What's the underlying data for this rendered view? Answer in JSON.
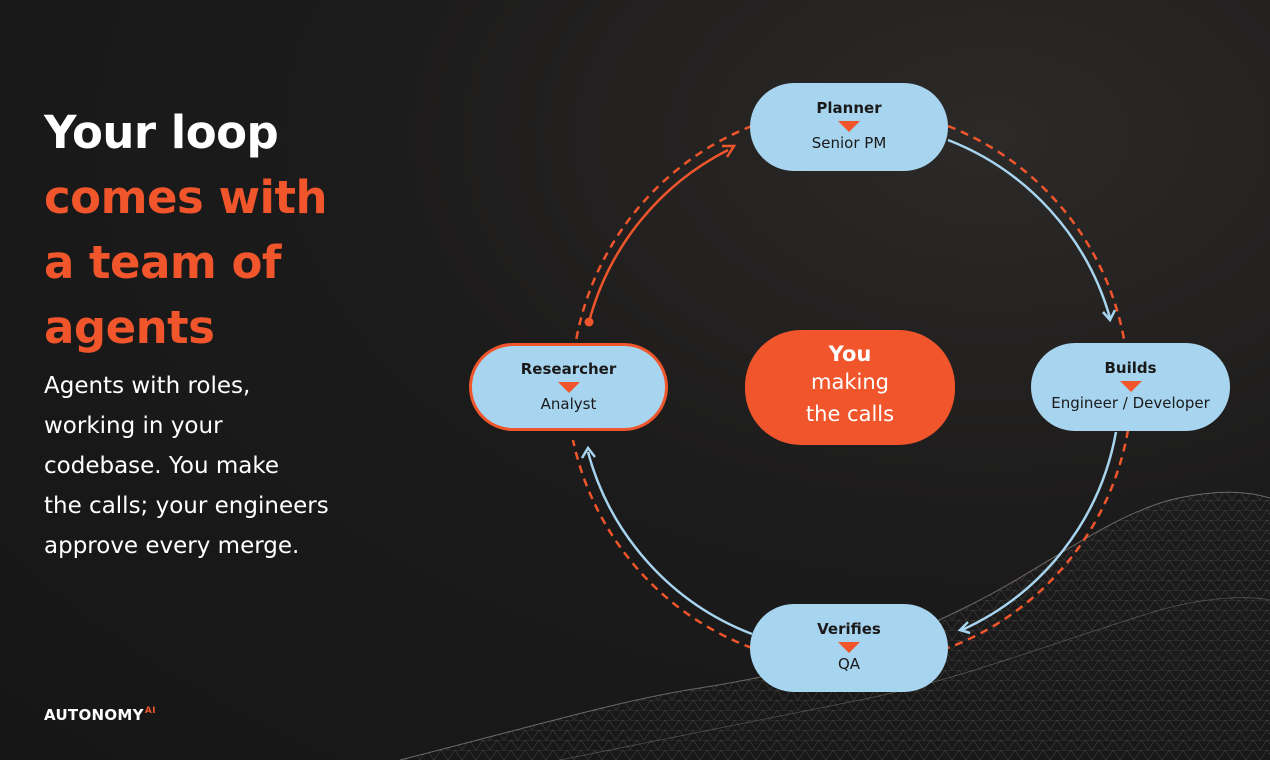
{
  "headline": {
    "line1": "Your loop",
    "line2": "comes with",
    "line3": "a team of",
    "line4": "agents"
  },
  "body": {
    "line1": "Agents with roles,",
    "line2": "working in your",
    "line3": "codebase. You make",
    "line4": "the calls; your engineers",
    "line5": "approve every merge."
  },
  "logo": {
    "name": "AUTONOMY",
    "suffix": "AI"
  },
  "diagram": {
    "center": {
      "title": "You",
      "line2": "making",
      "line3": "the calls"
    },
    "nodes": [
      {
        "name": "Planner",
        "role": "Senior PM"
      },
      {
        "name": "Builds",
        "role": "Engineer / Developer"
      },
      {
        "name": "Verifies",
        "role": "QA"
      },
      {
        "name": "Researcher",
        "role": "Analyst"
      }
    ]
  },
  "colors": {
    "accent": "#f0552b",
    "node": "#a7d4ee",
    "arrow_blue": "#a7d4ee",
    "background": "#1c1b1b"
  }
}
